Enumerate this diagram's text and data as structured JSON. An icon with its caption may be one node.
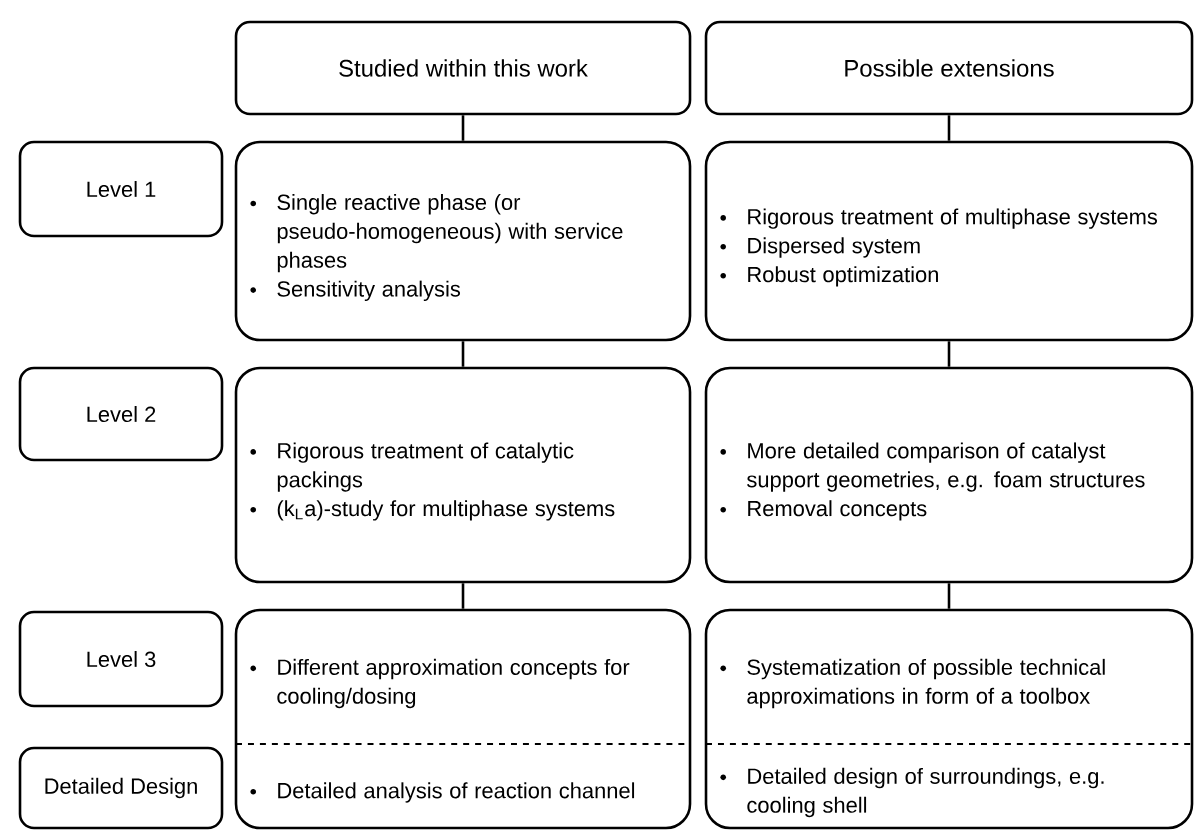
{
  "diagram": {
    "nodes": [
      {
        "text": [
          "Studied within this work"
        ]
      },
      {
        "text": [
          "Possible extensions"
        ]
      },
      {
        "text": [
          "Level 1"
        ]
      },
      {
        "text": [
          "Single reactive phase (or pseudo-homogeneous) with service phases",
          "Sensitivity analysis"
        ]
      },
      {
        "text": [
          "Rigorous treatment of multiphase systems",
          "Dispersed system",
          "Robust optimization"
        ]
      },
      {
        "text": [
          "Level 2"
        ]
      },
      {
        "text": [
          "Rigorous treatment of catalytic packings",
          "(k$_{L}$a)-study for multiphase systems"
        ]
      },
      {
        "text": [
          "More detailed comparison of catalyst support geometries, e.g. foam structures",
          "Removal concepts"
        ]
      },
      {
        "text": [
          "Level 3"
        ]
      },
      {
        "text": [
          "Different approximation concepts for cooling/dosing",
          "Detailed analysis of reaction channel"
        ]
      },
      {
        "text": [
          "Systematization of possible technical approximations in form of a toolbox",
          "Detailed design of surroundings, e.g. cooling shell"
        ]
      },
      {
        "text": [
          "Detailed Design"
        ]
      }
    ],
    "edges": [
      {
        "from": 0,
        "to": 3,
        "arrow": "none"
      },
      {
        "from": 3,
        "to": 6,
        "arrow": "none"
      },
      {
        "from": 6,
        "to": 9,
        "arrow": "none"
      },
      {
        "from": 1,
        "to": 4,
        "arrow": "none"
      },
      {
        "from": 4,
        "to": 7,
        "arrow": "none"
      },
      {
        "from": 7,
        "to": 10,
        "arrow": "none"
      }
    ]
  }
}
